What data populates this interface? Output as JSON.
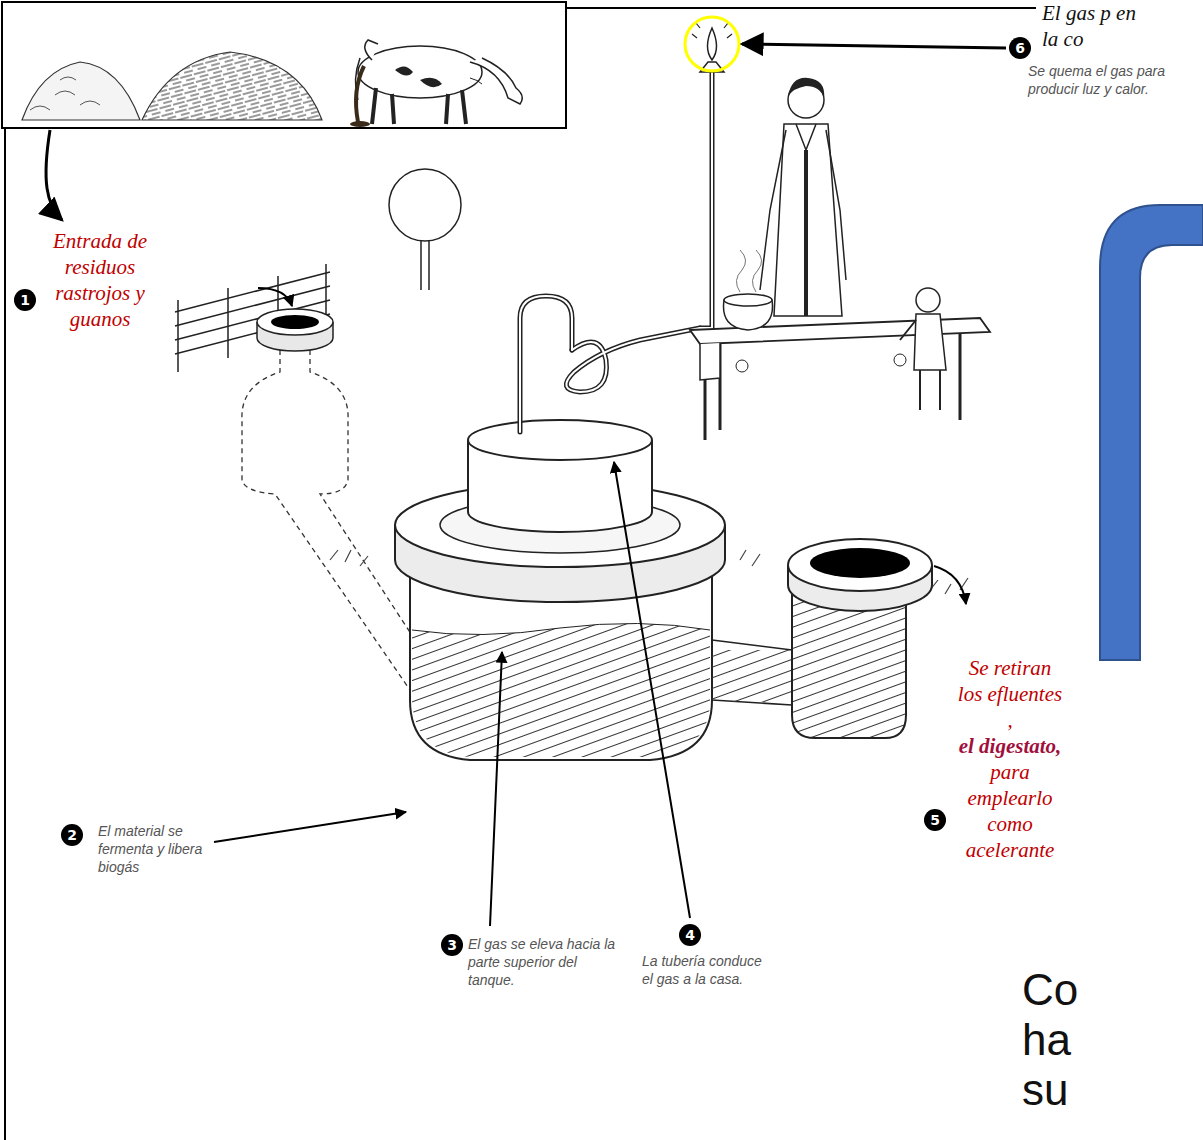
{
  "diagram": {
    "labels": [
      "El gas p en la co",
      "6",
      "Se quema el gas para producir luz y calor.",
      "Entrada de residuos rastrojos y guanos",
      "1",
      "Se retiran los efluentes ,",
      "el digestato,",
      "para emplearlo como acelerante",
      "5",
      "2",
      "El material se fermenta y libera biogás",
      "3",
      "El gas se eleva hacia la parte superior del tanque.",
      "4",
      "La tubería conduce el gas a la casa.",
      "Co ha su"
    ]
  }
}
